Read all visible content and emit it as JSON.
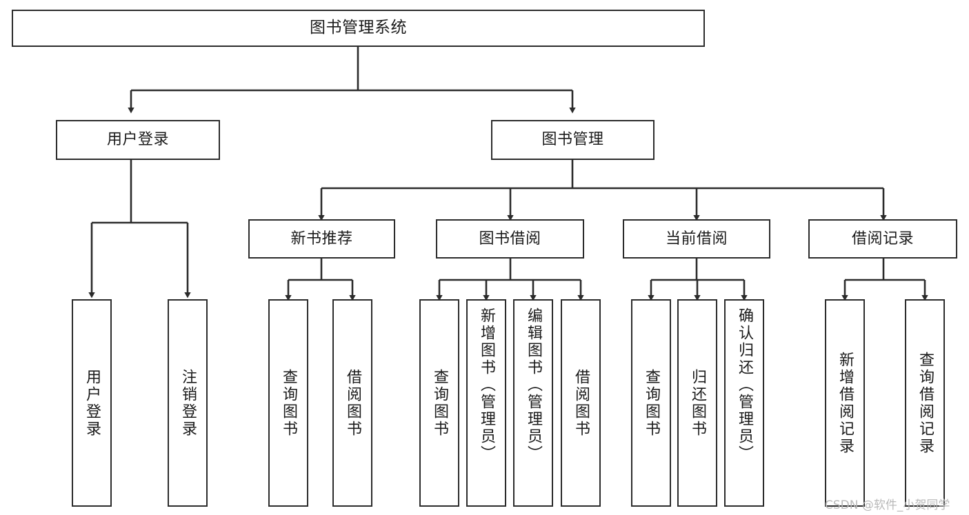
{
  "diagram": {
    "title": "图书管理系统",
    "type": "tree-hierarchy-chart",
    "colors": {
      "border": "#2b2b2b",
      "fill": "#ffffff",
      "text": "#1a1a1a",
      "edge": "#2b2b2b",
      "watermark": "#b9b9b9"
    },
    "root": {
      "label": "图书管理系统"
    },
    "level2": [
      {
        "label": "用户登录"
      },
      {
        "label": "图书管理"
      }
    ],
    "level3": [
      {
        "label": "新书推荐"
      },
      {
        "label": "图书借阅"
      },
      {
        "label": "当前借阅"
      },
      {
        "label": "借阅记录"
      }
    ],
    "leaves": {
      "user_login": [
        {
          "label": "用户登录"
        },
        {
          "label": "注销登录"
        }
      ],
      "new_book": [
        {
          "label": "查询图书"
        },
        {
          "label": "借阅图书"
        }
      ],
      "borrow_book": [
        {
          "label": "查询图书"
        },
        {
          "label": "新增图书（管理员）"
        },
        {
          "label": "编辑图书（管理员）"
        },
        {
          "label": "借阅图书"
        }
      ],
      "current_borrow": [
        {
          "label": "查询图书"
        },
        {
          "label": "归还图书"
        },
        {
          "label": "确认归还（管理员）"
        }
      ],
      "borrow_record": [
        {
          "label": "新增借阅记录"
        },
        {
          "label": "查询借阅记录"
        }
      ]
    }
  },
  "watermark": {
    "text": "CSDN @软件_小贺同学"
  }
}
